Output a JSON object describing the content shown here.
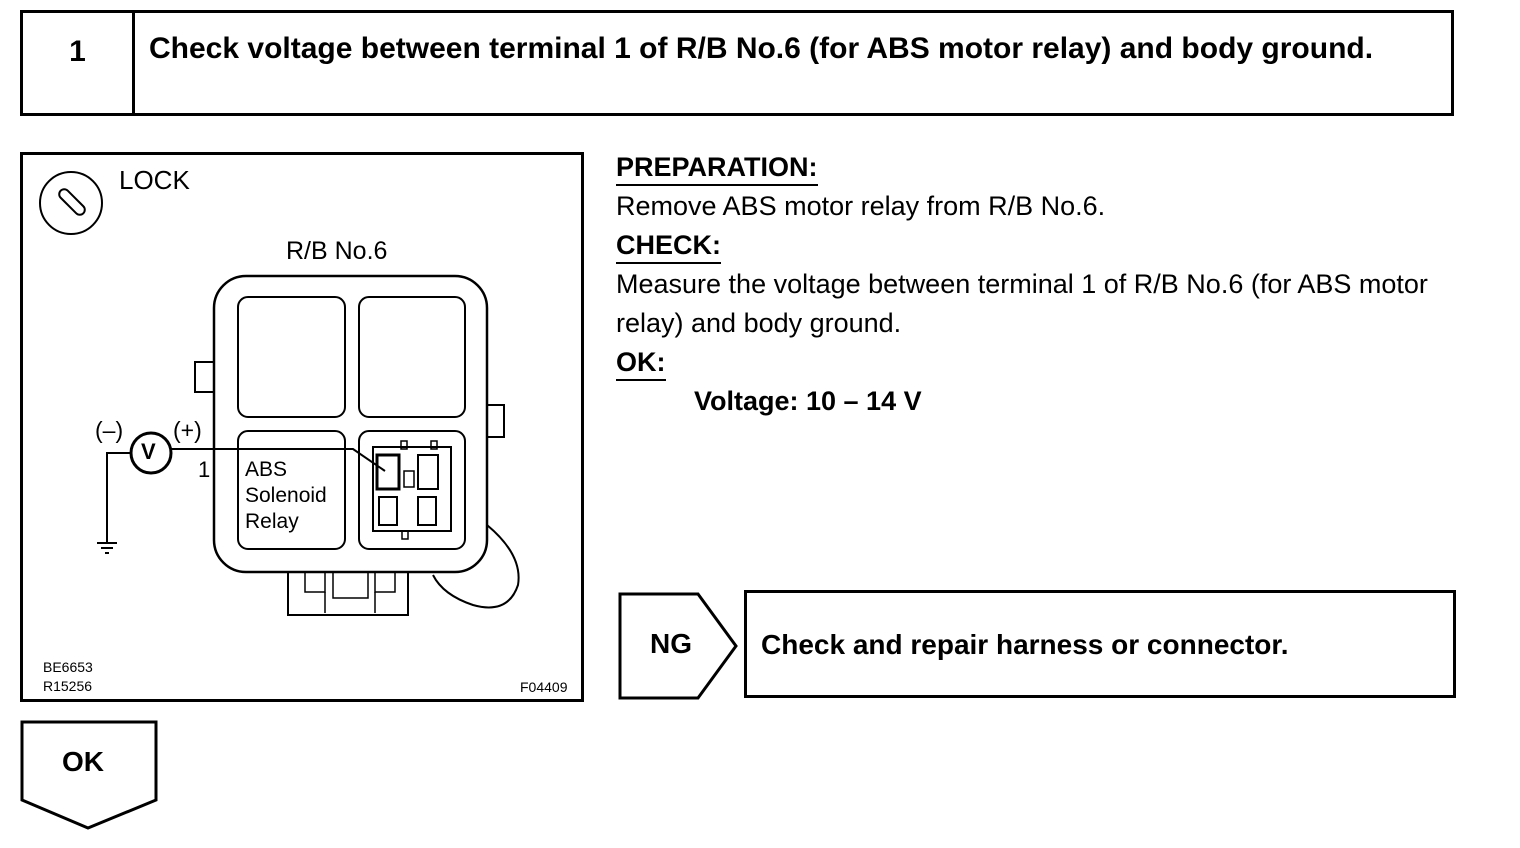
{
  "step": {
    "number": "1",
    "title": "Check voltage between terminal 1 of R/B No.6 (for ABS motor relay) and body ground."
  },
  "figure": {
    "ignition_label": "LOCK",
    "rb_label": "R/B No.6",
    "neg_label": "(–)",
    "pos_label": "(+)",
    "meter_symbol": "V",
    "terminal_number": "1",
    "relay_label_1": "ABS",
    "relay_label_2": "Solenoid",
    "relay_label_3": "Relay",
    "code_1": "BE6653",
    "code_2": "R15256",
    "code_3": "F04409"
  },
  "instructions": {
    "preparation_heading": "PREPARATION:",
    "preparation_text": "Remove ABS motor relay from R/B No.6.",
    "check_heading": "CHECK:",
    "check_text": "Measure the voltage between terminal 1 of R/B No.6 (for ABS motor relay) and body ground.",
    "ok_heading": "OK:",
    "ok_text": "Voltage: 10 – 14 V"
  },
  "ng": {
    "label": "NG",
    "action": "Check and repair harness or connector."
  },
  "ok": {
    "label": "OK"
  }
}
